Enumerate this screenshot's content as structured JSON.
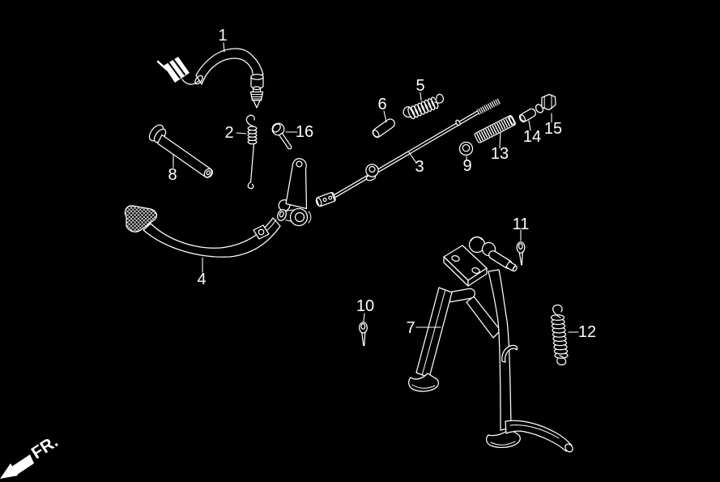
{
  "figure": {
    "background_color": "#000000",
    "line_color": "#ffffff"
  },
  "labels": {
    "p1": "1",
    "p2": "2",
    "p3": "3",
    "p4": "4",
    "p5": "5",
    "p6": "6",
    "p7": "7",
    "p8": "8",
    "p9": "9",
    "p10": "10",
    "p11": "11",
    "p12": "12",
    "p13": "13",
    "p14": "14",
    "p15": "15",
    "p16": "16"
  },
  "direction_marker": {
    "text": "FR."
  }
}
